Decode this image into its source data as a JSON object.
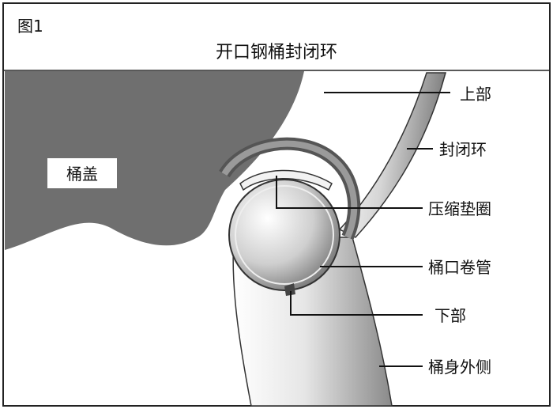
{
  "figure_number": "图1",
  "title": "开口钢桶封闭环",
  "labels": {
    "lid": "桶盖",
    "upper": "上部",
    "closing_ring": "封闭环",
    "gasket": "压缩垫圈",
    "curl": "桶口卷管",
    "lower": "下部",
    "drum_body": "桶身外侧"
  }
}
